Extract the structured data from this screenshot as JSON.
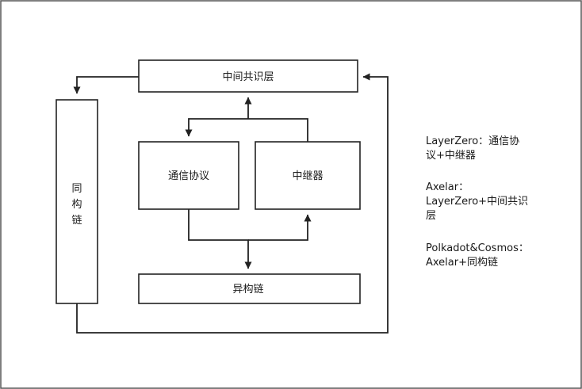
{
  "diagram": {
    "nodes": {
      "consensus_layer": "中间共识层",
      "comm_protocol": "通信协议",
      "relayer": "中继器",
      "heterogeneous_chain": "异构链",
      "homogeneous_chain": [
        "同",
        "构",
        "链"
      ]
    },
    "notes": [
      {
        "lines": [
          "LayerZero：通信协",
          "议+中继器"
        ]
      },
      {
        "lines": [
          "Axelar：",
          "LayerZero+中间共识",
          "层"
        ]
      },
      {
        "lines": [
          "Polkadot&Cosmos：",
          "Axelar+同构链"
        ]
      }
    ]
  },
  "colors": {
    "line": "#222222",
    "frame": "#555555",
    "background": "#ffffff"
  }
}
